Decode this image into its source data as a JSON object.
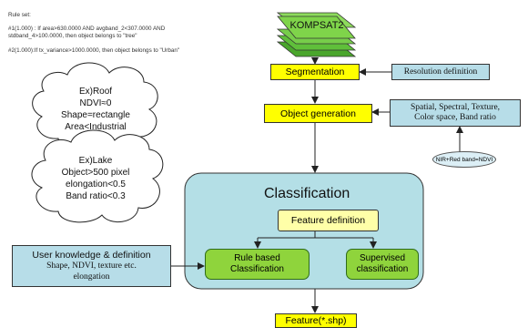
{
  "rules": {
    "title": "Rule set:",
    "rule1_line1": "#1(1.000) : If area>630.0000 AND avgband_2<307.0000 AND",
    "rule1_line2": "stdband_4>100.0000, then object belongs to \"tree\"",
    "rule2": "#2(1.000):If tx_variance>1000.0000, then object belongs to \"Urban\""
  },
  "kompsat": "KOMPSAT2",
  "segmentation": "Segmentation",
  "resolution_definition": "Resolution definition",
  "object_generation": "Object generation",
  "features_line1": "Spatial, Spectral, Texture,",
  "features_line2": "Color space, Band ratio",
  "ndvi_note": "NIR+Red band=NDVI",
  "roof_cloud": [
    "Ex)Roof",
    "NDVI≈0",
    "Shape=rectangle",
    "Area<Industrial"
  ],
  "lake_cloud": [
    "Ex)Lake",
    "Object>500 pixel",
    "elongation<0.5",
    "Band ratio<0.3"
  ],
  "classification_title": "Classification",
  "feature_definition": "Feature definition",
  "rule_based_line1": "Rule based",
  "rule_based_line2": "Classification",
  "supervised_line1": "Supervised",
  "supervised_line2": "classification",
  "user_knowledge_line1": "User knowledge & definition",
  "user_knowledge_line2": "Shape, NDVI, texture etc.",
  "user_knowledge_line3": "elongation",
  "feature_output": "Feature(*.shp)",
  "colors": {
    "yellow": "#ffff00",
    "teal_box": "#b7dde8",
    "classification_panel": "#b4dfe6",
    "green_box": "#8fd43c",
    "feature_def": "#ffffa8",
    "kompsat_fill": "#7fd44a"
  }
}
